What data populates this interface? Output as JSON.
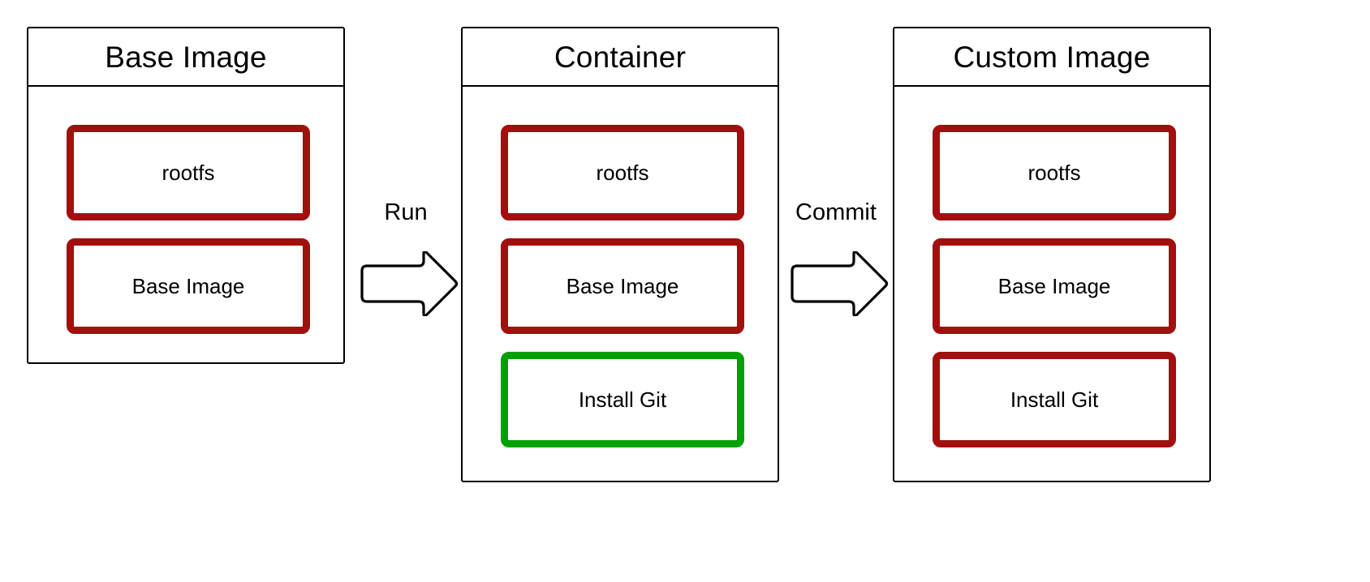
{
  "diagram": {
    "title_semantic": "docker-image-commit-flow",
    "background_color": "#ffffff",
    "colors": {
      "panel_border": "#000000",
      "layer_red": "#a20f0f",
      "layer_green": "#00a000",
      "text": "#000000",
      "arrow_stroke": "#000000",
      "arrow_fill": "#ffffff"
    }
  },
  "panels": [
    {
      "id": "base-image",
      "title": "Base Image",
      "layers": [
        {
          "label": "rootfs",
          "color": "#a20f0f"
        },
        {
          "label": "Base Image",
          "color": "#a20f0f"
        }
      ]
    },
    {
      "id": "container",
      "title": "Container",
      "layers": [
        {
          "label": "rootfs",
          "color": "#a20f0f"
        },
        {
          "label": "Base Image",
          "color": "#a20f0f"
        },
        {
          "label": "Install Git",
          "color": "#00a000"
        }
      ]
    },
    {
      "id": "custom-image",
      "title": "Custom Image",
      "layers": [
        {
          "label": "rootfs",
          "color": "#a20f0f"
        },
        {
          "label": "Base Image",
          "color": "#a20f0f"
        },
        {
          "label": "Install Git",
          "color": "#a20f0f"
        }
      ]
    }
  ],
  "arrows": [
    {
      "id": "run-arrow",
      "label": "Run",
      "direction": "right"
    },
    {
      "id": "commit-arrow",
      "label": "Commit",
      "direction": "right"
    }
  ]
}
